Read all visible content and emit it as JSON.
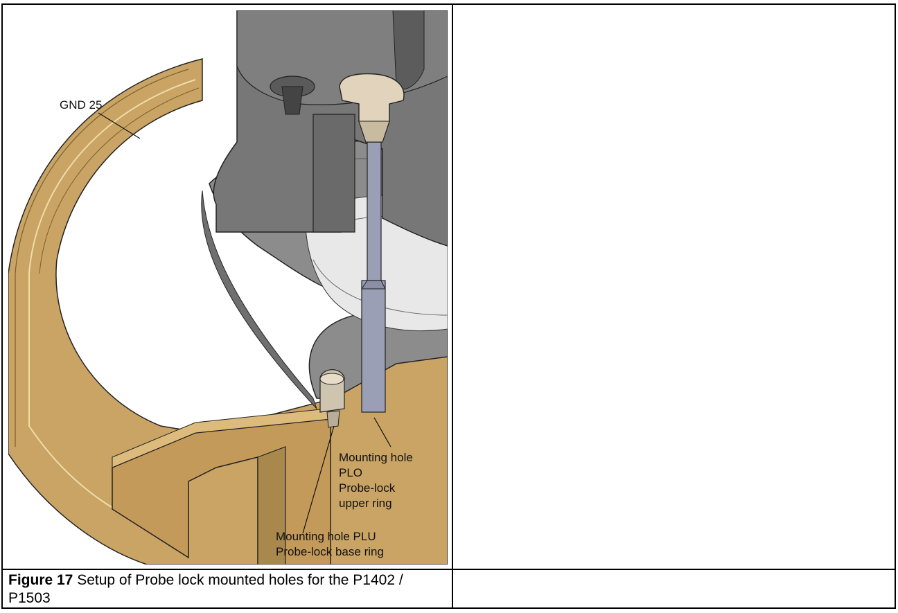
{
  "figure": {
    "callouts": {
      "gnd": "GND 25",
      "plo_line1": "Mounting hole",
      "plo_line2": "PLO",
      "plo_line3": "Probe-lock",
      "plo_line4": "upper ring",
      "plu_line1": "Mounting hole PLU",
      "plu_line2": "Probe-lock base ring"
    },
    "colors": {
      "brass": "#c9a465",
      "brass_dark": "#a8884d",
      "steel_dark": "#6f6f6f",
      "steel_mid": "#8c8c8c",
      "steel_light": "#bdbdbd",
      "probe": "#9a9fb5",
      "cap": "#e2d4bc"
    }
  },
  "caption": {
    "label": "Figure 17",
    "text": " Setup of Probe lock mounted holes for the P1402 / P1503"
  }
}
